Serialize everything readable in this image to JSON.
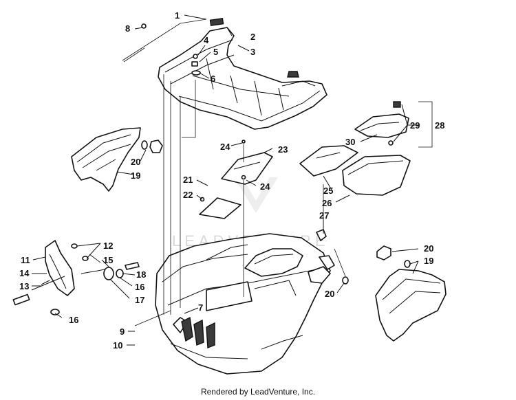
{
  "diagram": {
    "watermark_text": "LEADVENTURE",
    "callouts": [
      {
        "id": "c1",
        "label": "1"
      },
      {
        "id": "c2",
        "label": "2"
      },
      {
        "id": "c3",
        "label": "3"
      },
      {
        "id": "c4",
        "label": "4"
      },
      {
        "id": "c5",
        "label": "5"
      },
      {
        "id": "c6",
        "label": "6"
      },
      {
        "id": "c7",
        "label": "7"
      },
      {
        "id": "c8",
        "label": "8"
      },
      {
        "id": "c9",
        "label": "9"
      },
      {
        "id": "c10",
        "label": "10"
      },
      {
        "id": "c11",
        "label": "11"
      },
      {
        "id": "c12",
        "label": "12"
      },
      {
        "id": "c13",
        "label": "13"
      },
      {
        "id": "c14",
        "label": "14"
      },
      {
        "id": "c15",
        "label": "15"
      },
      {
        "id": "c16a",
        "label": "16"
      },
      {
        "id": "c16b",
        "label": "16"
      },
      {
        "id": "c17",
        "label": "17"
      },
      {
        "id": "c18",
        "label": "18"
      },
      {
        "id": "c19a",
        "label": "19"
      },
      {
        "id": "c19b",
        "label": "19"
      },
      {
        "id": "c20a",
        "label": "20"
      },
      {
        "id": "c20b",
        "label": "20"
      },
      {
        "id": "c20c",
        "label": "20"
      },
      {
        "id": "c21",
        "label": "21"
      },
      {
        "id": "c22",
        "label": "22"
      },
      {
        "id": "c23",
        "label": "23"
      },
      {
        "id": "c24a",
        "label": "24"
      },
      {
        "id": "c24b",
        "label": "24"
      },
      {
        "id": "c25",
        "label": "25"
      },
      {
        "id": "c26",
        "label": "26"
      },
      {
        "id": "c27",
        "label": "27"
      },
      {
        "id": "c28",
        "label": "28"
      },
      {
        "id": "c29",
        "label": "29"
      },
      {
        "id": "c30",
        "label": "30"
      }
    ]
  },
  "footer": {
    "text": "Rendered by LeadVenture, Inc."
  }
}
